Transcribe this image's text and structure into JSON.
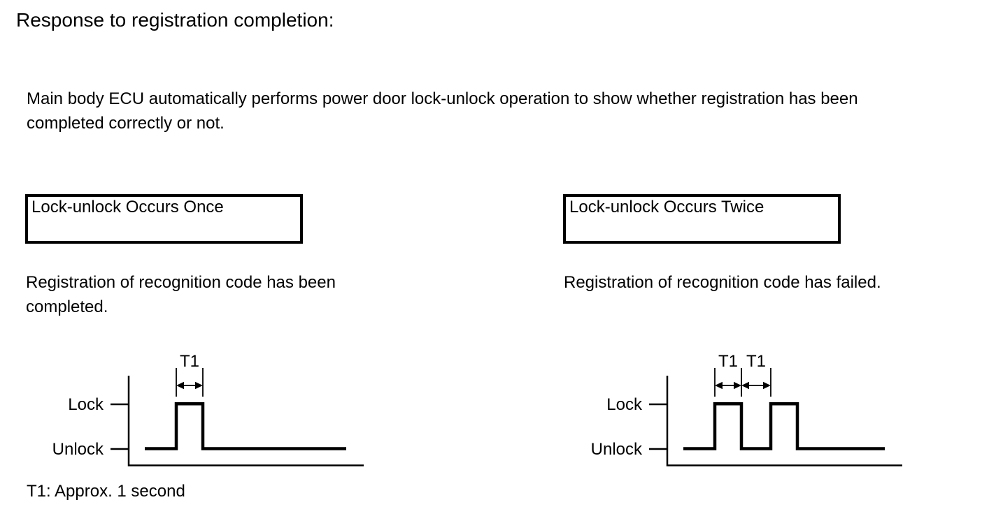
{
  "colors": {
    "background": "#ffffff",
    "ink": "#000000"
  },
  "page": {
    "title": "Response to registration completion:",
    "description": "Main body ECU automatically performs power door lock-unlock operation to show whether registration has been completed correctly or not.",
    "footnote": "T1: Approx. 1 second"
  },
  "panels": {
    "left": {
      "box_label": "Lock-unlock Occurs Once",
      "caption": "Registration of recognition code has been completed.",
      "diagram": {
        "lock_label": "Lock",
        "unlock_label": "Unlock",
        "t1_labels": [
          "T1"
        ],
        "pulse_count": 1
      }
    },
    "right": {
      "box_label": "Lock-unlock Occurs Twice",
      "caption": "Registration of recognition code has failed.",
      "diagram": {
        "lock_label": "Lock",
        "unlock_label": "Unlock",
        "t1_labels": [
          "T1",
          "T1"
        ],
        "pulse_count": 2
      }
    }
  }
}
